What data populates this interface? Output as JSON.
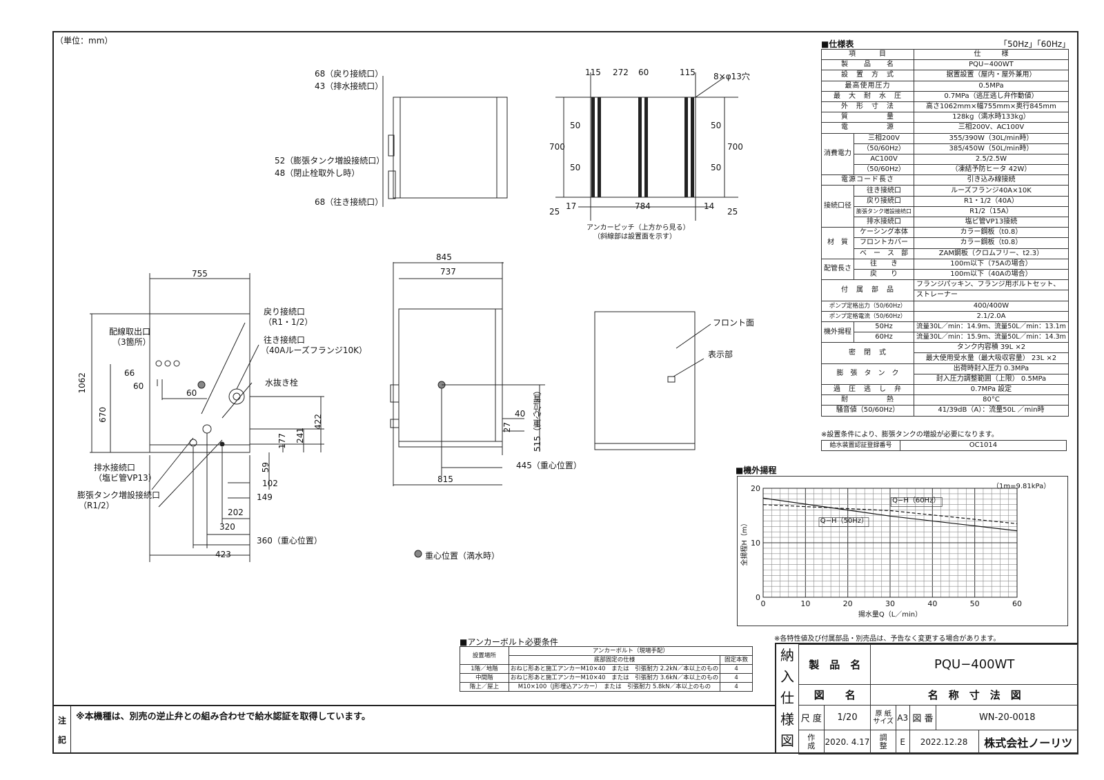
{
  "unit_note": "（単位：mm）",
  "top_view_side": {
    "labels": [
      "68（戻り接続口）",
      "43（排水接続口）",
      "52（膨張タンク増設接続口）",
      "48（閉止栓取外し時）",
      "68（往き接続口）"
    ]
  },
  "top_view_plan": {
    "dims_top": [
      "115",
      "272",
      "60",
      "115"
    ],
    "holes": "8×φ13穴",
    "dims_left": [
      "50",
      "50",
      "700",
      "25"
    ],
    "dims_right": [
      "50",
      "50",
      "700",
      "25"
    ],
    "dims_bottom": [
      "17",
      "784",
      "14"
    ],
    "caption1": "アンカーピッチ（上方から見る）",
    "caption2": "（斜線部は設置面を示す）"
  },
  "front_view": {
    "width": "755",
    "height": "1062",
    "h670": "670",
    "wiring": [
      "配線取出口",
      "（3箇所）"
    ],
    "d66": "66",
    "d60a": "60",
    "d60b": "60",
    "return_port": [
      "戻り接続口",
      "（R1・1/2）"
    ],
    "supply_port": [
      "往き接続口",
      "（40Aルーズフランジ10K）"
    ],
    "drain_plug": "水抜き栓",
    "drain_port": [
      "排水接続口",
      "（塩ビ管VP13）"
    ],
    "tank_port": [
      "膨張タンク増設接続口",
      "（R1/2）"
    ],
    "v177": "177",
    "v241": "241",
    "v422": "422",
    "v59": "59",
    "h102": "102",
    "h149": "149",
    "h202": "202",
    "h320": "320",
    "h360": "360（重心位置）",
    "h423": "423"
  },
  "side_view": {
    "d845": "845",
    "d737": "737",
    "d40": "40",
    "d27": "27",
    "d515": "515（重心位置）",
    "d445": "445（重心位置）",
    "d815": "815"
  },
  "back_view": {
    "front_face": "フロント面",
    "display": "表示部"
  },
  "cog_note": "重心位置（満水時）",
  "spec": {
    "title": "■仕様表",
    "freq": "「50Hz」「60Hz」",
    "rows": [
      [
        "項　　　目",
        "仕　　　様"
      ],
      [
        "製　　品　　名",
        "PQU−400WT"
      ],
      [
        "設　置　方　式",
        "据置設置（屋内・屋外兼用）"
      ],
      [
        "最高使用圧力",
        "0.5MPa"
      ],
      [
        "最　大　耐　水　圧",
        "0.7MPa（逃圧逃し弁作動値）"
      ],
      [
        "外　形　寸　法",
        "高さ1062mm×幅755mm×奥行845mm"
      ],
      [
        "質　　　　　量",
        "128kg（満水時133kg）"
      ],
      [
        "電　　　　　源",
        "三相200V、AC100V"
      ]
    ],
    "power": {
      "label": "消費電力",
      "a_label": [
        "三相200V",
        "（50/60Hz）"
      ],
      "a_value": [
        "355/390W（30L/min時）",
        "385/450W（50L/min時）"
      ],
      "b_label": [
        "AC100V",
        "（50/60Hz）"
      ],
      "b_value": [
        "2.5/2.5W",
        "（凍結予防ヒータ 42W）"
      ]
    },
    "cord": [
      "電源コード長さ",
      "引き込み線接続"
    ],
    "conn": {
      "label": "接続口径",
      "rows": [
        [
          "往き接続口",
          "ルーズフランジ40A×10K"
        ],
        [
          "戻り接続口",
          "R1・1/2（40A）"
        ],
        [
          "膨張タンク増設接続口",
          "R1/2（15A）"
        ],
        [
          "排水接続口",
          "塩ビ管VP13接続"
        ]
      ]
    },
    "mat": {
      "label": "材　質",
      "rows": [
        [
          "ケーシング本体",
          "カラー鋼板（t0.8）"
        ],
        [
          "フロントカバー",
          "カラー鋼板（t0.8）"
        ],
        [
          "ベ　ー　ス　部",
          "ZAM鋼板（クロムフリー、t2.3）"
        ]
      ]
    },
    "pipe": {
      "label": "配管長さ",
      "rows": [
        [
          "往　　き",
          "100m以下（75Aの場合）"
        ],
        [
          "戻　　り",
          "100m以下（40Aの場合）"
        ]
      ]
    },
    "acc": [
      "付　属　部　品",
      "フランジパッキン、フランジ用ボルトセット、",
      "ストレーナー"
    ],
    "pump_out": [
      "ポンプ定格出力（50/60Hz）",
      "400/400W"
    ],
    "pump_cur": [
      "ポンプ定格電流（50/60Hz）",
      "2.1/2.0A"
    ],
    "head": {
      "label": "機外揚程",
      "rows": [
        [
          "50Hz",
          "流量30L／min：14.9m、流量50L／min：13.1m"
        ],
        [
          "60Hz",
          "流量30L／min：15.9m、流量50L／min：14.3m"
        ]
      ]
    },
    "tank": {
      "label": [
        "密　閉　式",
        "膨　張　タ　ン　ク"
      ],
      "rows": [
        "タンク内容積 39L ×2",
        "最大使用受水量（最大吸収容量） 23L ×2",
        "出荷時封入圧力 0.3MPa",
        "封入圧力調整範囲（上限） 0.5MPa"
      ]
    },
    "relief": [
      "過　圧　逃　し　弁",
      "0.7MPa 設定"
    ],
    "heat": [
      "耐　　　　　熱",
      "80°C"
    ],
    "noise": [
      "騒音値（50/60Hz）",
      "41/39dB（A）：流量50L ／min時"
    ],
    "note": "※設置条件により、膨張タンクの増設が必要になります。",
    "reg": [
      "給水装置認証登録番号",
      "OC1014"
    ]
  },
  "chart_title": "■機外揚程",
  "chart_data": {
    "type": "line",
    "title": "",
    "xlabel": "揚水量Q（L／min）",
    "ylabel": "全揚程H（m）",
    "unit_note": "（1m=9.81kPa）",
    "xlim": [
      0,
      60
    ],
    "ylim": [
      0,
      20
    ],
    "x_ticks": [
      "0",
      "10",
      "20",
      "30",
      "40",
      "50",
      "60"
    ],
    "y_ticks": [
      "0",
      "10",
      "20"
    ],
    "series": [
      {
        "name": "Q−H（60Hz）",
        "x": [
          0,
          30,
          50,
          60
        ],
        "y": [
          17.0,
          15.9,
          14.3,
          13.5
        ]
      },
      {
        "name": "Q−H（50Hz）",
        "x": [
          0,
          30,
          50,
          60
        ],
        "y": [
          18.2,
          14.9,
          13.1,
          12.2
        ]
      }
    ]
  },
  "chart_note": "※各特性値及び付属部品・別売品は、予告なく変更する場合があります。",
  "anchor": {
    "title": "■アンカーボルト必要条件",
    "h_place": "設置場所",
    "h_bolt": "アンカーボルト（現場手配）",
    "h_spec": "底部固定の仕様",
    "h_count": "固定本数",
    "rows": [
      [
        "1階／地階",
        "おねじ形あと施工アンカーM10×40　または　引張耐力 2.2kN／本以上のもの",
        "4"
      ],
      [
        "中間階",
        "おねじ形あと施工アンカーM10×40　または　引張耐力 3.6kN／本以上のもの",
        "4"
      ],
      [
        "階上／屋上",
        "M10×100（J形埋込アンカー）　または　引張耐力 5.8kN／本以上のもの",
        "4"
      ]
    ]
  },
  "notes": {
    "label_top": "注",
    "label_bottom": "記",
    "text": "※本機種は、別売の逆止弁との組み合わせで給水認証を取得しています。"
  },
  "title_block": {
    "side": [
      "納",
      "入",
      "仕",
      "様",
      "図"
    ],
    "product_label": "製　品　名",
    "product": "PQU−400WT",
    "drawing_label": "図　　名",
    "drawing": "名　称　寸　法　図",
    "scale_label": "尺 度",
    "scale": "1/20",
    "paper_label": "原 紙\nサイズ",
    "paper": "A3",
    "number_label": "図 番",
    "number": "WN-20-0018",
    "made_label": "作\n成",
    "made": "2020. 4.17",
    "rev_label": "調\n整",
    "rev_mark": "E",
    "rev_date": "2022.12.28",
    "company": "株式会社ノーリツ"
  }
}
